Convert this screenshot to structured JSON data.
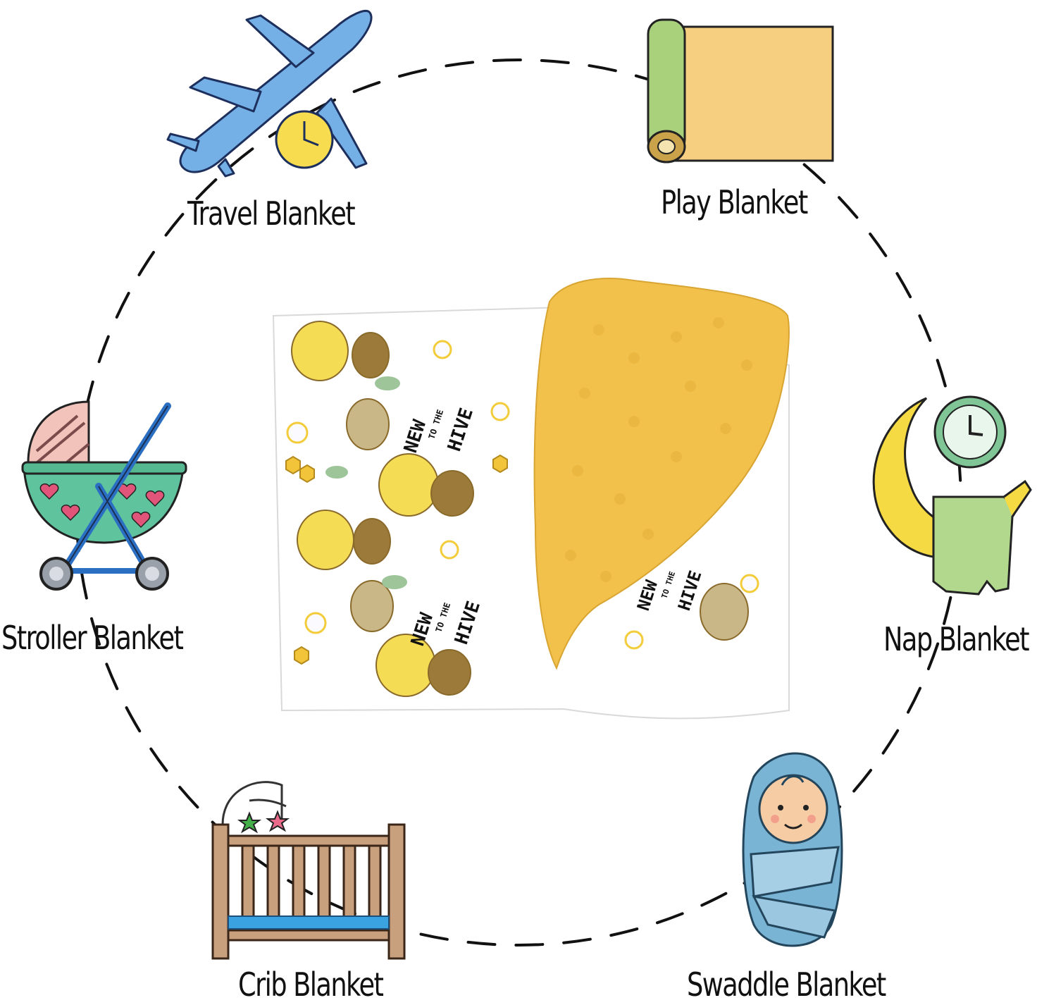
{
  "usages": [
    {
      "key": "travel",
      "label": "Travel Blanket",
      "icon": "airplane-clock-icon"
    },
    {
      "key": "play",
      "label": "Play Blanket",
      "icon": "rolled-mat-icon"
    },
    {
      "key": "nap",
      "label": "Nap Blanket",
      "icon": "moon-clock-icon"
    },
    {
      "key": "swaddle",
      "label": "Swaddle Blanket",
      "icon": "swaddled-baby-icon"
    },
    {
      "key": "crib",
      "label": "Crib Blanket",
      "icon": "crib-icon"
    },
    {
      "key": "stroller",
      "label": "Stroller Blanket",
      "icon": "stroller-icon"
    }
  ],
  "product": {
    "print_text": "NEW TO THE HIVE",
    "print_text_parts": [
      "NEW",
      "TO THE",
      "HIVE"
    ],
    "colors": {
      "minky": "#f2c14b",
      "print_bg": "#ffffff",
      "bee": "#f5dc55"
    }
  },
  "colors": {
    "ring": "#111111"
  }
}
